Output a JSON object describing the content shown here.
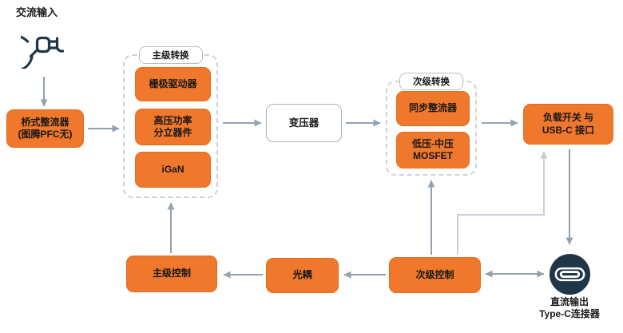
{
  "colors": {
    "block_orange": "#F0782C",
    "block_orange_border": "#E06C1C",
    "icon_navy": "#1F3548",
    "arrow_gray": "#93A2AF",
    "elbow_gray": "#C4CCD4",
    "group_border": "#CBD2D9",
    "text_dark": "#171717"
  },
  "nodes": {
    "ac_input": {
      "label": "交流输入"
    },
    "bridge_rectifier": {
      "line1": "桥式整流器",
      "line2": "(图腾PFC无)"
    },
    "primary_group": {
      "label": "主级转换"
    },
    "gate_driver": {
      "label": "栅极驱动器"
    },
    "hv_power_discrete": {
      "line1": "高压功率",
      "line2": "分立器件"
    },
    "igan": {
      "label": "iGaN"
    },
    "transformer": {
      "label": "变压器"
    },
    "secondary_group": {
      "label": "次级转换"
    },
    "sync_rectifier": {
      "label": "同步整流器"
    },
    "lv_mv_mosfet": {
      "line1": "低压-中压",
      "line2": "MOSFET"
    },
    "load_switch_usbc": {
      "line1": "负载开关 与",
      "line2": "USB-C 接口"
    },
    "primary_control": {
      "label": "主级控制"
    },
    "optocoupler": {
      "label": "光耦"
    },
    "secondary_control": {
      "label": "次级控制"
    },
    "dc_output": {
      "line1": "直流输出",
      "line2": "Type-C连接器"
    }
  },
  "icons": {
    "ac_plug": "ac-plug-icon",
    "usb_c_connector": "usb-c-connector-icon"
  },
  "edges": [
    {
      "from": "交流输入",
      "to": "桥式整流器(图腾PFC无)"
    },
    {
      "from": "桥式整流器(图腾PFC无)",
      "to": "主级转换"
    },
    {
      "from": "主级转换",
      "to": "变压器"
    },
    {
      "from": "变压器",
      "to": "次级转换"
    },
    {
      "from": "次级转换",
      "to": "负载开关 与 USB-C 接口"
    },
    {
      "from": "负载开关 与 USB-C 接口",
      "to": "直流输出 Type-C连接器"
    },
    {
      "from": "次级控制",
      "to": "低压-中压 MOSFET"
    },
    {
      "from": "次级控制",
      "to": "负载开关 与 USB-C 接口"
    },
    {
      "from": "次级控制",
      "to": "直流输出 Type-C连接器",
      "bidirectional": true
    },
    {
      "from": "次级控制",
      "to": "光耦"
    },
    {
      "from": "光耦",
      "to": "主级控制"
    },
    {
      "from": "主级控制",
      "to": "主级转换"
    }
  ]
}
